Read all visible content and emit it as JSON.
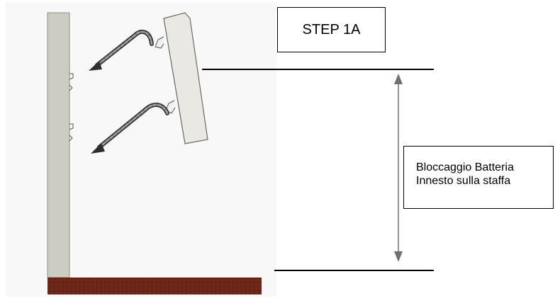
{
  "step_label": "STEP 1A",
  "dimension_note": {
    "line1": "Bloccaggio Batteria",
    "line2": "Innesto sulla staffa"
  },
  "colors": {
    "background_panel": "#f8f8f8",
    "wall": "#cdccc3",
    "battery_panel": "#e9e8e2",
    "floor": "#6b2517",
    "arrow_fill": "#8a8a8a",
    "dimension_arrow": "#707070"
  }
}
